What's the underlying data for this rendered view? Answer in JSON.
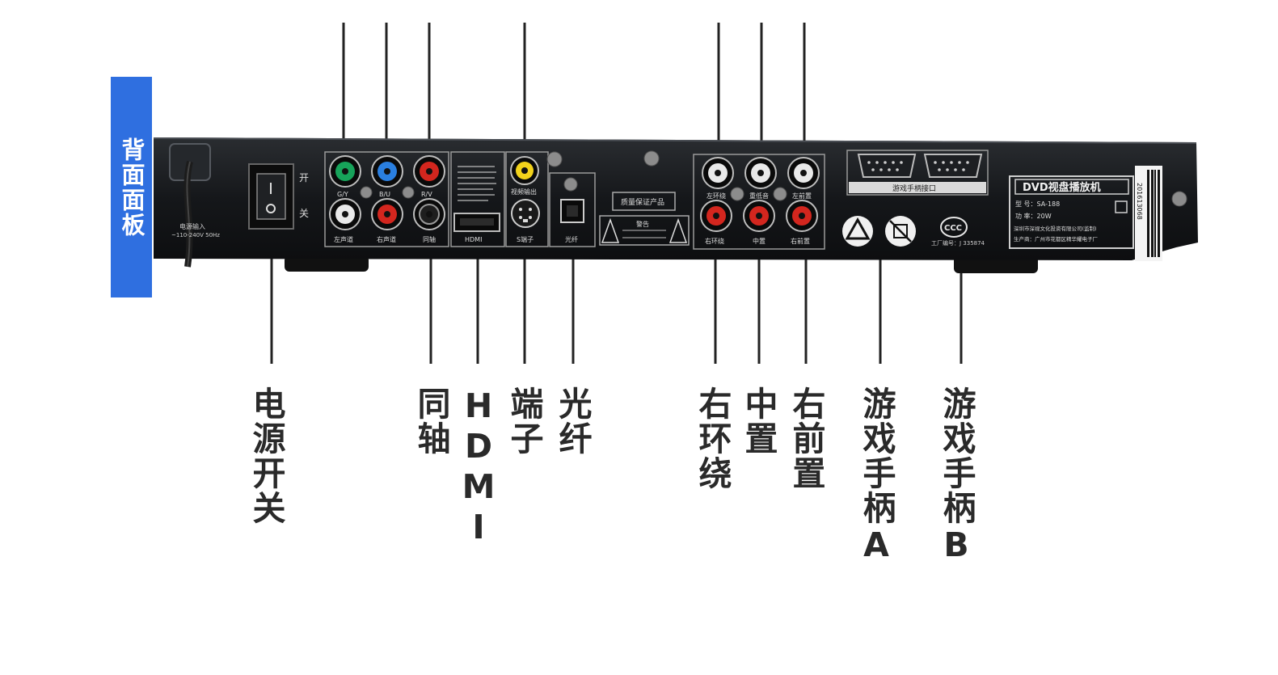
{
  "panel": {
    "tab_label": "背面面板",
    "switch_on": "开",
    "switch_off": "关",
    "power_input": "电源输入",
    "power_spec": "~110-240V 50Hz",
    "labels": {
      "component_y": "G/Y",
      "component_u": "B/U",
      "component_v": "R/V",
      "audio_left": "左声道",
      "audio_right": "右声道",
      "coaxial": "同轴",
      "hdmi": "HDMI",
      "video_out": "视频输出",
      "s_video": "S端子",
      "optical": "光纤",
      "surround_left": "左环绕",
      "subwoofer": "重低音",
      "front_left": "左前置",
      "surround_right": "右环绕",
      "center": "中置",
      "front_right": "右前置",
      "gamepad_port": "游戏手柄接口",
      "product_name": "DVD视盘播放机",
      "model": "型 号：SA-188",
      "power": "功 率：20W",
      "maker": "深圳市深视文化投资有限公司(监制)",
      "factory": "生产商：广州市花都区精华耀电子厂",
      "factory_no": "工厂编号：J 335874",
      "serial": "201613068",
      "ccc": "CCC",
      "quality": "质量保证产品",
      "warning": "警告"
    }
  },
  "callouts": {
    "power_switch": "电源开关",
    "coaxial": "同轴",
    "hdmi": "HDMI",
    "s_video": "端子",
    "optical": "光纤",
    "surround_right": "右环绕",
    "center": "中置",
    "front_right": "右前置",
    "gamepad_a": "游戏手柄A",
    "gamepad_b": "游戏手柄B"
  },
  "colors": {
    "tab_blue": "#2f6fe0",
    "chassis": "#15171a",
    "jack_green": "#17a35a",
    "jack_blue": "#2a7fe0",
    "jack_red": "#d3261e",
    "jack_yellow": "#f2d21b",
    "jack_white": "#e9e9e9"
  }
}
